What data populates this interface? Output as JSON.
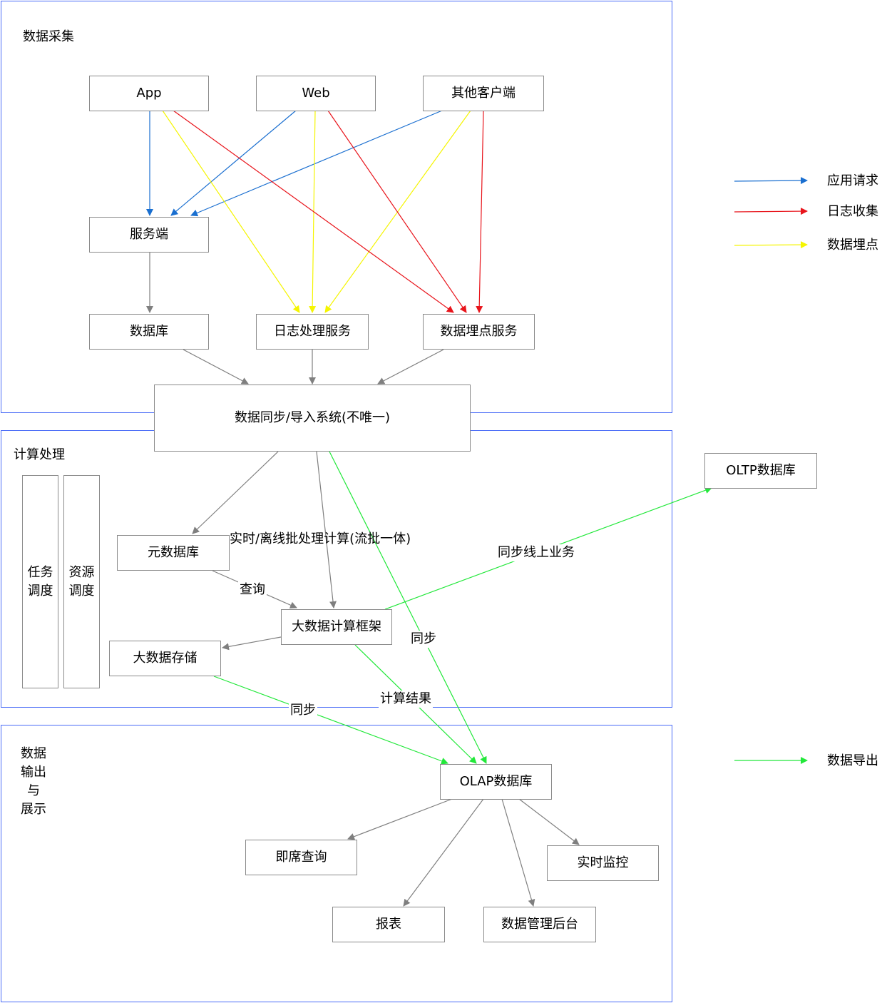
{
  "sections": {
    "collect": "数据采集",
    "compute": "计算处理",
    "output": "数据\n输出\n与\n展示"
  },
  "nodes": {
    "app": "App",
    "web": "Web",
    "other_client": "其他客户端",
    "server": "服务端",
    "database": "数据库",
    "log_service": "日志处理服务",
    "tracking_service": "数据埋点服务",
    "sync_system": "数据同步/导入系统(不唯一)",
    "task_scheduling": "任务\n调度",
    "resource_scheduling": "资源\n调度",
    "metadata_db": "元数据库",
    "bigdata_framework": "大数据计算框架",
    "bigdata_storage": "大数据存储",
    "oltp_db": "OLTP数据库",
    "olap_db": "OLAP数据库",
    "adhoc_query": "即席查询",
    "realtime_monitor": "实时监控",
    "report": "报表",
    "admin_backend": "数据管理后台"
  },
  "edge_labels": {
    "realtime_offline": "实时/离线批处理计算(流批一体)",
    "query": "查询",
    "sync_online": "同步线上业务",
    "sync_a": "同步",
    "sync_b": "同步",
    "compute_result": "计算结果"
  },
  "legend": {
    "app_request": "应用请求",
    "log_collect": "日志收集",
    "tracking": "数据埋点",
    "data_export": "数据导出"
  },
  "colors": {
    "app_request": "#1a6fd0",
    "log_collect": "#e8141b",
    "tracking": "#f5f500",
    "data_export": "#22e83a",
    "default_edge": "#7f7f7f",
    "section_border": "#4a6cf7"
  }
}
